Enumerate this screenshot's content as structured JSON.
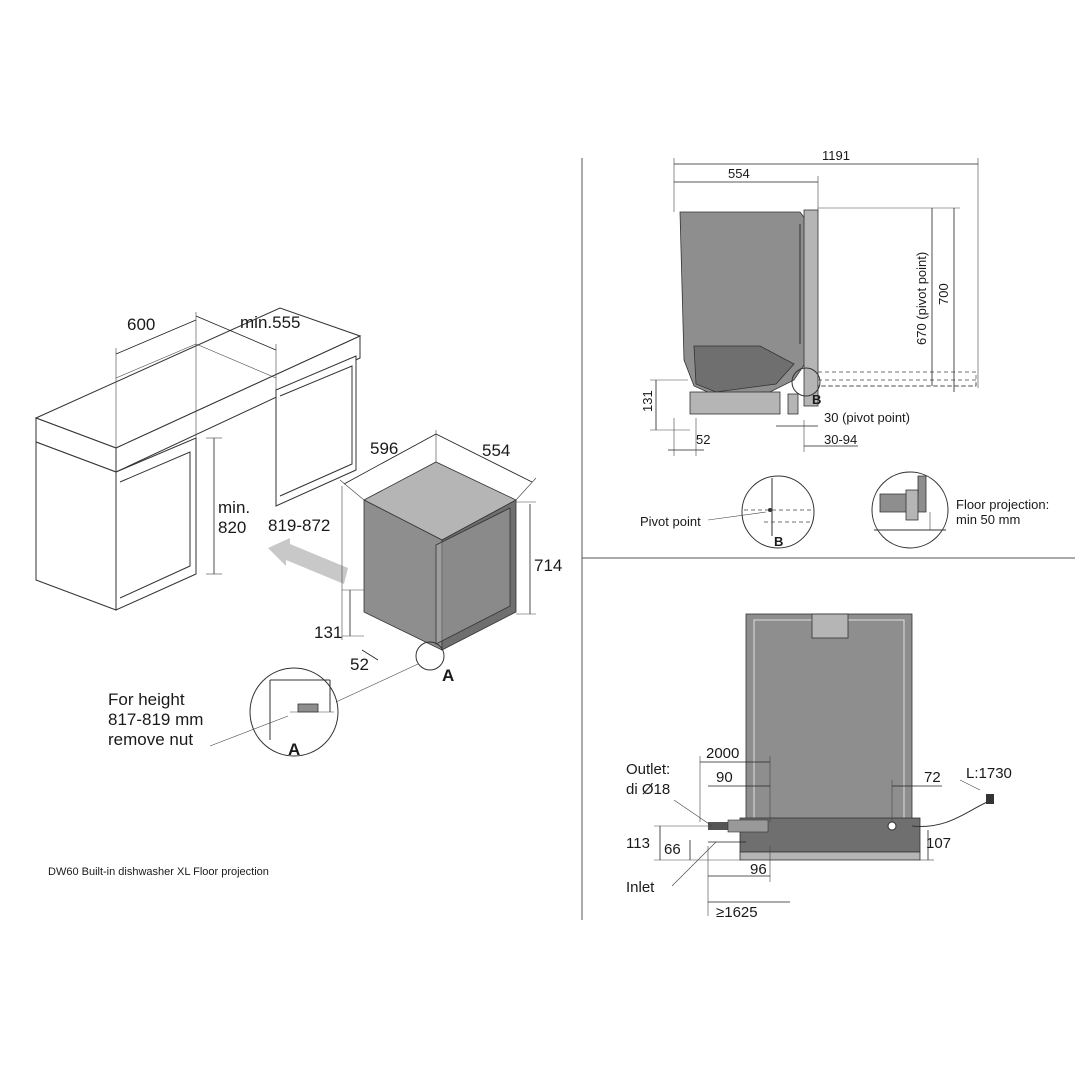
{
  "iso_view": {
    "cabinet_width": "600",
    "cabinet_depth": "min.555",
    "niche_height_min": "min.",
    "niche_height_val": "820",
    "niche_range": "819-872",
    "unit_width": "596",
    "unit_depth": "554",
    "unit_height": "714",
    "plinth_height": "131",
    "plinth_offset": "52",
    "callout_letter": "A"
  },
  "detail_a": {
    "note_line1": "For height",
    "note_line2": "817-819 mm",
    "note_line3": "remove nut",
    "letter": "A"
  },
  "side_view": {
    "total_depth": "1191",
    "unit_depth": "554",
    "pivot_height": "670 (pivot point)",
    "height": "700",
    "plinth_height": "131",
    "plinth_offset": "52",
    "pivot_offset": "30 (pivot point)",
    "door_gap": "30-94",
    "callout_letter": "B"
  },
  "detail_b": {
    "label": "Pivot point",
    "letter": "B"
  },
  "detail_floor": {
    "line1": "Floor projection:",
    "line2": "min 50 mm"
  },
  "front_view": {
    "outlet_label_1": "Outlet:",
    "outlet_label_2": "di Ø18",
    "hose_length": "2000",
    "outlet_offset": "90",
    "right_offset": "72",
    "cable_length": "L:1730",
    "height_113": "113",
    "height_66": "66",
    "height_107": "107",
    "inlet_label": "Inlet",
    "inlet_offset": "96",
    "inlet_length": "≥1625"
  },
  "caption": "DW60 Built-in dishwasher XL Floor projection"
}
